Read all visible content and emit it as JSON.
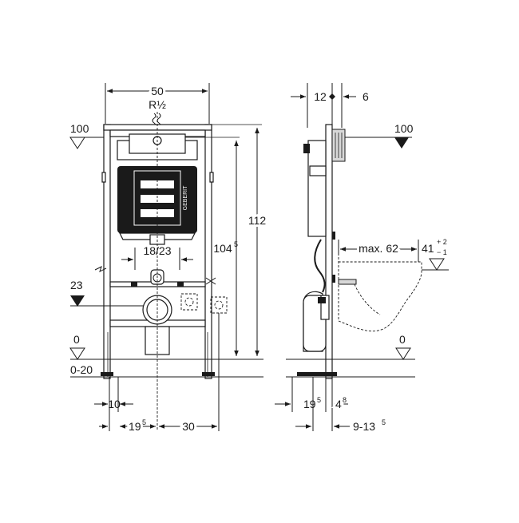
{
  "front_view": {
    "width_label": "50",
    "pipe_label": "R½",
    "level_top": "100",
    "level_23": "23",
    "level_0": "0",
    "floor_range": "0-20",
    "pipe_dia": "18/23",
    "height_total": "112",
    "height_frame": "104",
    "height_frame_sup": "5",
    "bottom_10": "10",
    "bottom_19": "19",
    "bottom_19_sup": "5",
    "bottom_30": "30",
    "brand": "GEBERIT"
  },
  "side_view": {
    "top_12": "12",
    "top_6": "6",
    "level_top": "100",
    "max_label": "max. 62",
    "height_41": "41",
    "tol_plus": "+ 2",
    "tol_minus": "− 1",
    "level_0": "0",
    "bottom_19": "19",
    "bottom_19_sup": "5",
    "bottom_4": "4",
    "bottom_4_sup": "8",
    "bottom_range": "9-13",
    "bottom_range_sup": "5"
  }
}
